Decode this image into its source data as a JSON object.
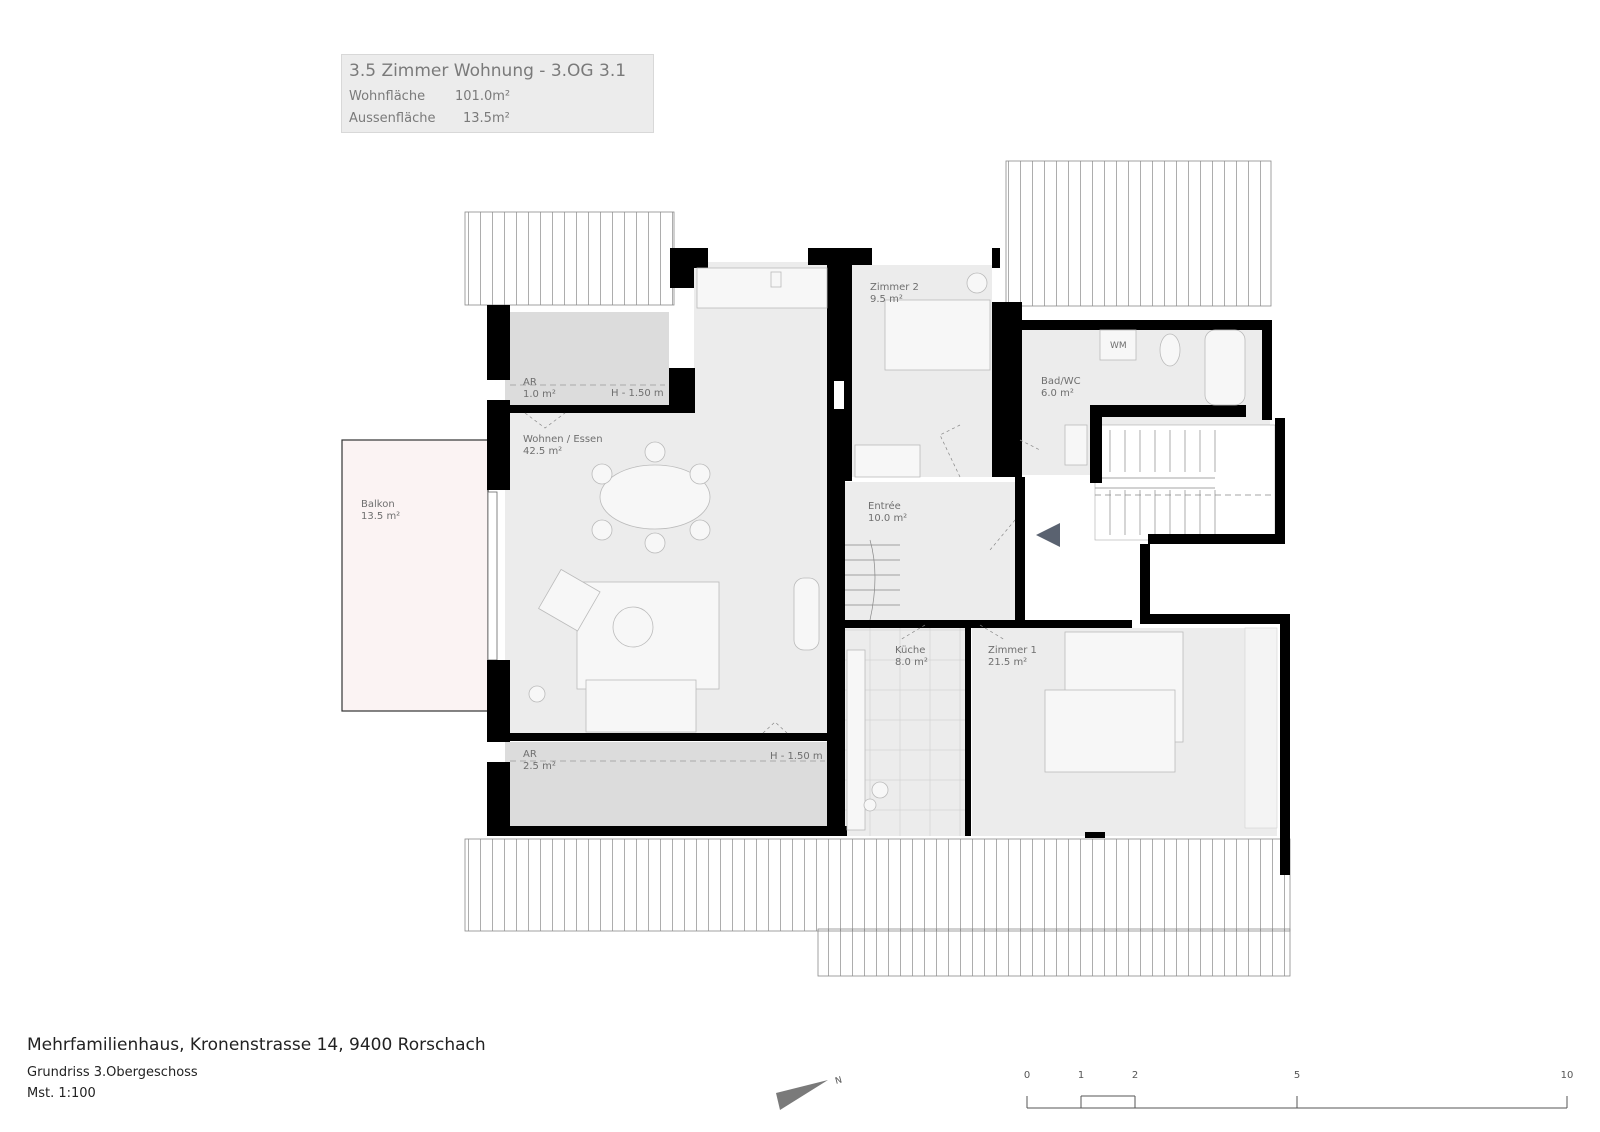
{
  "header": {
    "title": "3.5 Zimmer Wohnung - 3.OG 3.1",
    "living_label": "Wohnfläche",
    "living_value": "101.0m²",
    "outdoor_label": "Aussenfläche",
    "outdoor_value": "13.5m²"
  },
  "rooms": {
    "ar_top": {
      "name": "AR",
      "area": "1.0 m²",
      "height": "H - 1.50 m"
    },
    "wohnen": {
      "name": "Wohnen / Essen",
      "area": "42.5 m²"
    },
    "balkon": {
      "name": "Balkon",
      "area": "13.5 m²"
    },
    "ar_bottom": {
      "name": "AR",
      "area": "2.5 m²",
      "height": "H - 1.50 m"
    },
    "zimmer2": {
      "name": "Zimmer 2",
      "area": "9.5 m²"
    },
    "bad": {
      "name": "Bad/WC",
      "area": "6.0 m²",
      "wm": "WM"
    },
    "entree": {
      "name": "Entrée",
      "area": "10.0 m²"
    },
    "kueche": {
      "name": "Küche",
      "area": "8.0 m²"
    },
    "zimmer1": {
      "name": "Zimmer 1",
      "area": "21.5 m²"
    }
  },
  "footer": {
    "title": "Mehrfamilienhaus, Kronenstrasse 14, 9400 Rorschach",
    "subtitle": "Grundriss 3.Obergeschoss",
    "scale": "Mst. 1:100"
  },
  "north_label": "N",
  "scale_bar": {
    "labels": [
      "0",
      "1",
      "2",
      "5",
      "10"
    ]
  },
  "colors": {
    "wall": "#000000",
    "room": "#ececec",
    "storage": "#dcdcdc",
    "balcony": "#fbf3f3",
    "text": "#6f6f6f",
    "arrow": "#5a6270"
  }
}
